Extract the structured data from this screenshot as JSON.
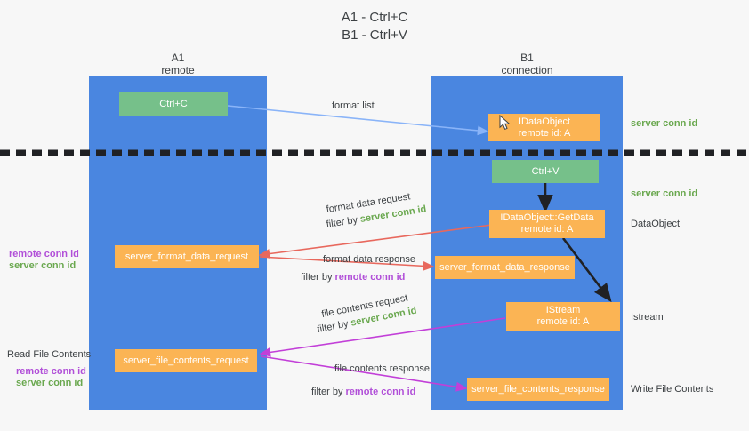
{
  "title": "A1 - Ctrl+C\nB1 - Ctrl+V",
  "lanes": {
    "left": {
      "name": "A1",
      "sub": "remote",
      "header": "A1\nremote"
    },
    "right": {
      "name": "B1",
      "sub": "connection",
      "header": "B1\nconnection"
    }
  },
  "colors": {
    "lane": "#4a86e0",
    "green_box": "#76c08a",
    "orange_box": "#fbb454",
    "server_conn_text": "#6aa84f",
    "remote_conn_text": "#b14fd8",
    "arrow_blue": "#8ab4f8",
    "arrow_red": "#e8685d",
    "arrow_magenta": "#c23fd8",
    "arrow_black": "#202124",
    "background": "#f7f7f7"
  },
  "boxes": {
    "ctrl_c": "Ctrl+C",
    "ctrl_v": "Ctrl+V",
    "idataobject": "IDataObject\nremote id: A",
    "idataobject_getdata": "IDataObject::GetData\nremote id: A",
    "istream": "IStream\nremote id: A",
    "server_format_data_request": "server_format_data_request",
    "server_format_data_response": "server_format_data_response",
    "server_file_contents_request": "server_file_contents_request",
    "server_file_contents_response": "server_file_contents_response"
  },
  "right_labels": {
    "server_conn_id_1": "server conn id",
    "server_conn_id_2": "server conn id",
    "dataobject": "DataObject",
    "istream": "Istream",
    "write_file_contents": "Write File Contents"
  },
  "left_labels": {
    "remote_conn_id_1": "remote conn id",
    "server_conn_id_1": "server conn id",
    "read_file_contents": "Read File Contents",
    "remote_conn_id_2": "remote conn id",
    "server_conn_id_2": "server conn id"
  },
  "edge_labels": {
    "format_list": "format list",
    "format_data_request": "format data request",
    "format_data_request_filter_prefix": "filter by ",
    "format_data_request_filter_value": "server conn id",
    "format_data_response": "format data response",
    "format_data_response_filter_prefix": "filter by ",
    "format_data_response_filter_value": "remote conn id",
    "file_contents_request": "file contents request",
    "file_contents_request_filter_prefix": "filter by ",
    "file_contents_request_filter_value": "server conn id",
    "file_contents_response": "file contents response",
    "file_contents_response_filter_prefix": "filter by ",
    "file_contents_response_filter_value": "remote conn id"
  }
}
